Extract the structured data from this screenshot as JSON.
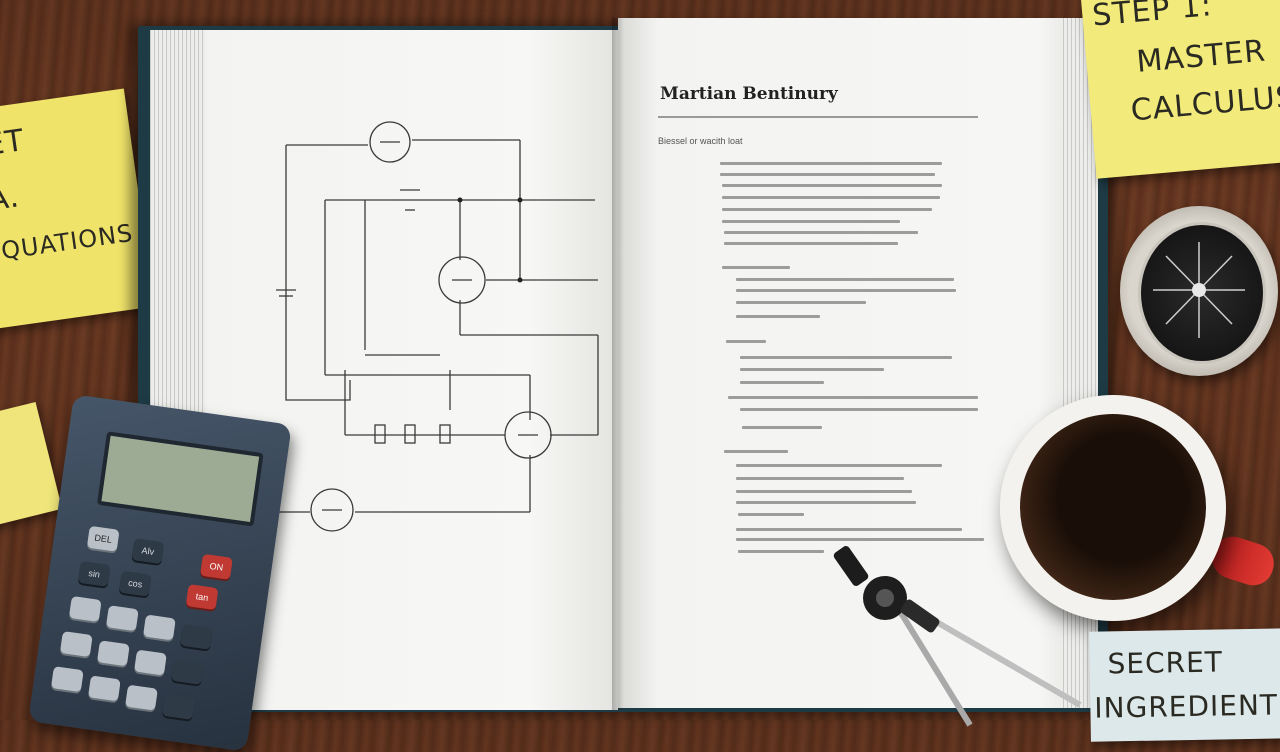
{
  "notes": {
    "top_right": {
      "lines": [
        "STEP 1:",
        "MASTER",
        "CALCULUS"
      ]
    },
    "left": {
      "lines": [
        "ET",
        "A.",
        "EQUATIONS"
      ]
    },
    "bottom_right": {
      "lines": [
        "SECRET",
        "INGREDIENT"
      ]
    }
  },
  "book": {
    "right_page": {
      "title": "Martian Bentinury",
      "subtitle": "Biessel or wacith loat"
    }
  },
  "calculator": {
    "keys": [
      "DEL",
      "Alv",
      "ON",
      "sin",
      "cos",
      "tan"
    ]
  },
  "colors": {
    "desk": "#5e321e",
    "sticky_yellow": "#f0e36a",
    "sticky_blue": "#dde8ea",
    "cup_handle": "#d2302b"
  }
}
